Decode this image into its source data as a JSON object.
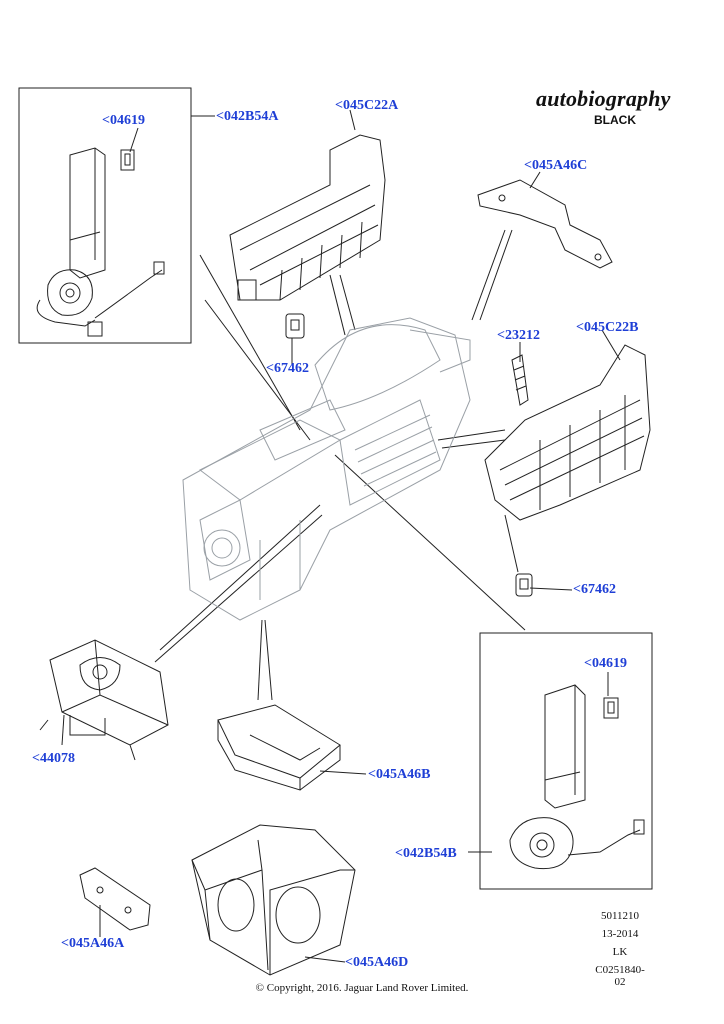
{
  "brand": {
    "name": "autobiography",
    "edition": "BLACK"
  },
  "callouts": {
    "c_04619_top": "<04619",
    "c_042B54A": "<042B54A",
    "c_045C22A": "<045C22A",
    "c_045A46C": "<045A46C",
    "c_67462_top": "<67462",
    "c_23212": "<23212",
    "c_045C22B": "<045C22B",
    "c_67462_right": "<67462",
    "c_04619_bottom": "<04619",
    "c_44078": "<44078",
    "c_045A46B": "<045A46B",
    "c_042B54B": "<042B54B",
    "c_045A46A": "<045A46A",
    "c_045A46D": "<045A46D"
  },
  "meta": {
    "line1": "5011210",
    "line2": "13-2014",
    "line3": "LK",
    "line4": "C0251840-02"
  },
  "copyright": "© Copyright, 2016. Jaguar Land Rover Limited.",
  "colors": {
    "callout": "#1f3fd6",
    "line": "#222222",
    "ghost": "#9aa0a6"
  }
}
